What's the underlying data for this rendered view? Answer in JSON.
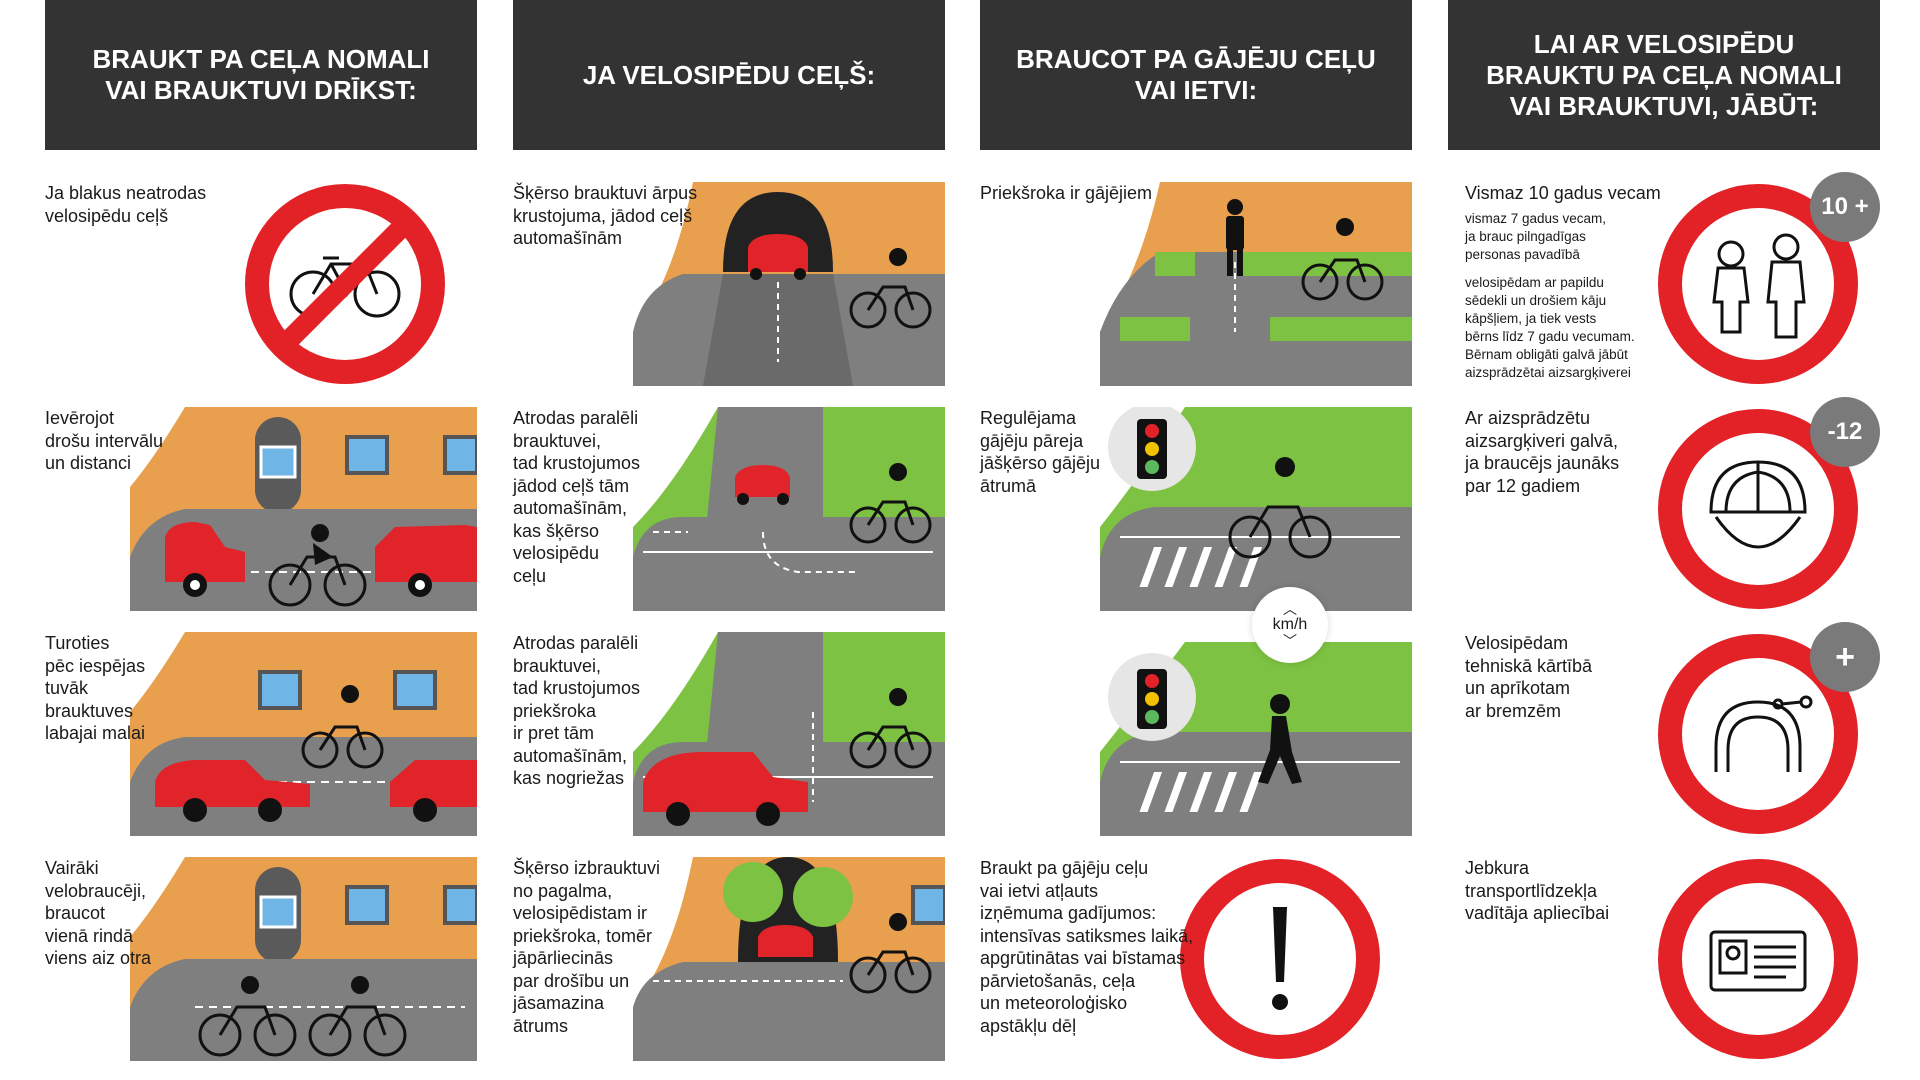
{
  "colors": {
    "header_bg": "#333333",
    "orange": "#E8A04F",
    "green": "#7DC242",
    "road": "#7F7F7F",
    "red_sign": "#E32227",
    "car_red": "#E0242A",
    "window_blue": "#6FB6E6"
  },
  "columns": [
    {
      "title": "BRAUKT PA CEĻA NOMALI\nVAI BRAUKTUVI DRĪKST:",
      "rows": [
        {
          "text": "Ja blakus neatrodas\nvelosipēdu ceļš",
          "icon": "no-bicycle-sign"
        },
        {
          "text": "Ievērojot\ndrošu intervālu\nun distanci",
          "icon": "street-with-cars"
        },
        {
          "text": "Turoties\npēc iespējas\ntuvāk\nbrauktuves\nlabajai malai",
          "icon": "street-right-side"
        },
        {
          "text": "Vairāki\nvelobraucēji,\nbraucot\nvienā rindā\nviens aiz otra",
          "icon": "cyclists-in-line"
        }
      ]
    },
    {
      "title": "JA VELOSIPĒDU CEĻŠ:",
      "rows": [
        {
          "text": "Šķērso brauktuvi ārpus\nkrustojuma, jādod ceļš\nautomašīnām",
          "icon": "tunnel-crossing"
        },
        {
          "text": "Atrodas paralēli\nbrauktuvei,\ntad krustojumos\njādod ceļš tām\nautomašīnām,\nkas šķērso\nvelosipēdu\nceļu",
          "icon": "junction-yield"
        },
        {
          "text": "Atrodas paralēli\nbrauktuvei,\ntad krustojumos\npriekšroka\nir pret tām\nautomašīnām,\nkas nogriežas",
          "icon": "junction-priority"
        },
        {
          "text": "Šķērso izbrauktuvi\nno pagalma,\nvelosipēdistam ir\npriekšroka, tomēr\njāpārliecinās\npar drošību un\njāsamazina\nātrums",
          "icon": "yard-exit"
        }
      ]
    },
    {
      "title": "BRAUCOT PA GĀJĒJU CEĻU\nVAI IETVI:",
      "rows": [
        {
          "text": "Priekšroka ir gājējiem",
          "icon": "pedestrian-priority"
        },
        {
          "text": "Regulējama\ngājēju pāreja\njāšķērso gājēju\nātrumā",
          "icon": "regulated-crossing-cyclist"
        },
        {
          "text": "",
          "icon": "regulated-crossing-pedestrian"
        },
        {
          "text": "Braukt pa gājēju ceļu\nvai ietvi atļauts\nizņēmuma gadījumos:\nintensīvas satiksmes laikā,\napgrūtinātas vai bīstamas\npārvietošanās, ceļa\nun meteoroloģisko\napstākļu dēļ",
          "icon": "exclamation-sign"
        }
      ],
      "kmh": "km/h"
    },
    {
      "title": "LAI AR VELOSIPĒDU\nBRAUKTU PA CEĻA NOMALI\nVAI BRAUKTUVI, JĀBŪT:",
      "rows": [
        {
          "text": "Vismaz 10 gadus vecam",
          "sub1": "vismaz 7 gadus vecam,\nja brauc pilngadīgas\npersonas pavadībā",
          "sub2": "velosipēdam ar papildu\nsēdekli un drošiem kāju\nkāpšļiem, ja tiek vests\nbērns līdz 7 gadu vecumam.\nBērnam obligāti galvā jābūt\naizsprādzētai aizsargķiverei",
          "badge": "10 +",
          "icon": "child-adult-sign"
        },
        {
          "text": "Ar aizsprādzētu\naizsargķiveri galvā,\nja braucējs jaunāks\npar 12 gadiem",
          "badge": "-12",
          "icon": "helmet-sign"
        },
        {
          "text": "Velosipēdam\ntehniskā kārtībā\nun aprīkotam\nar bremzēm",
          "badge": "+",
          "icon": "brake-sign"
        },
        {
          "text": "Jebkura\ntransportlīdzekļa\nvadītāja apliecībai",
          "icon": "license-sign"
        }
      ]
    }
  ]
}
